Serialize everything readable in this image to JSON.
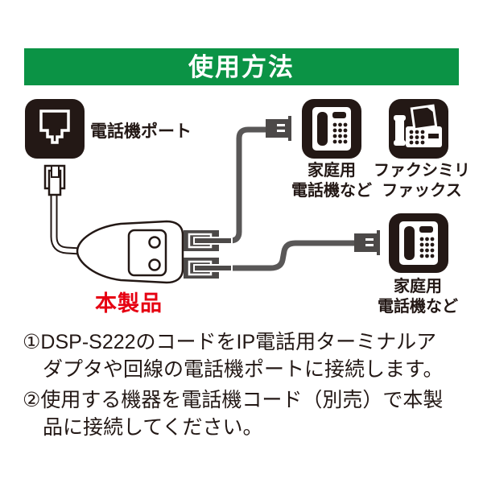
{
  "header": {
    "title": "使用方法"
  },
  "colors": {
    "header_green": "#0b9345",
    "icon_black": "#231815",
    "cable_gray": "#595757",
    "plug_gray": "#4c4948",
    "accent_red": "#e60012"
  },
  "diagram": {
    "port_label": "電話機ポート",
    "product_label": "本製品",
    "devices": [
      {
        "name": "home-phone-top",
        "label_line1": "家庭用",
        "label_line2": "電話機など"
      },
      {
        "name": "facsimile-fax",
        "label_line1": "ファクシミリ",
        "label_line2": "ファックス"
      },
      {
        "name": "home-phone-bottom",
        "label_line1": "家庭用",
        "label_line2": "電話機など"
      }
    ]
  },
  "instructions": [
    {
      "line1": "①DSP-S222のコードをIP電話用ターミナルア",
      "line2": "ダプタや回線の電話機ポートに接続します。"
    },
    {
      "line1": "②使用する機器を電話機コード（別売）で本製",
      "line2": "品に接続してください。"
    }
  ]
}
